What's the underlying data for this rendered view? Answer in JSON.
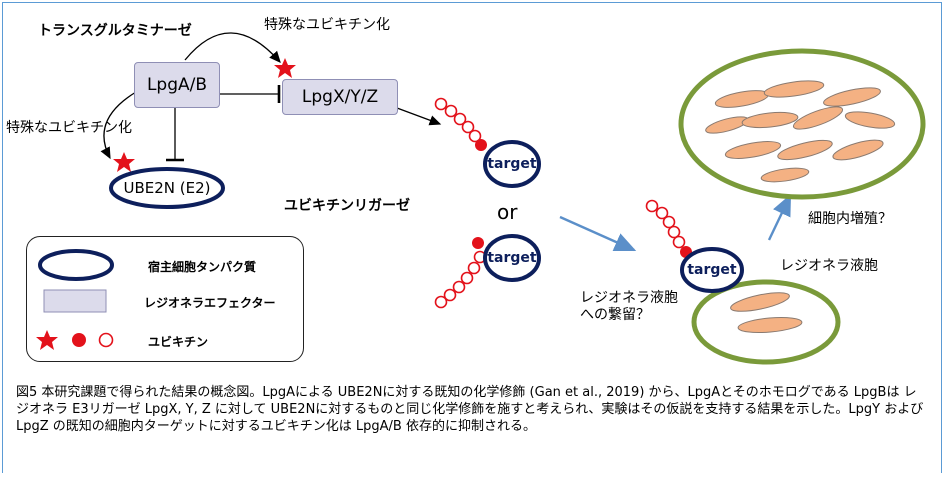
{
  "labels": {
    "transglutaminase": "トランスグルタミナーゼ",
    "special_ub_top": "特殊なユビキチン化",
    "special_ub_left": "特殊なユビキチン化",
    "ub_ligase": "ユビキチンリガーゼ",
    "or": "or",
    "proliferation": "細胞内増殖？",
    "vacuole": "レジオネラ液胞",
    "tethering": "レジオネラ液胞\nへの繋留？"
  },
  "boxes": {
    "lpgab": "LpgA/B",
    "lpgxyz": "LpgX/Y/Z",
    "ube2n": "UBE2N (E2)"
  },
  "targets": [
    "target",
    "target",
    "target"
  ],
  "legend": {
    "host_protein": "宿主細胞タンパク質",
    "effector": "レジオネラエフェクター",
    "ubiquitin": "ユビキチン"
  },
  "caption": "図5 本研究課題で得られた結果の概念図。LpgAによる UBE2Nに対する既知の化学修飾 (Gan et al., 2019) から、LpgAとそのホモログである LpgBは レジオネラ E3リガーゼ LpgX, Y, Z に対して UBE2Nに対するものと同じ化学修飾を施すと考えられ、実験はその仮説を支持する結果を示した。LpgY および LpgZ の既知の細胞内ターゲットに対するユビキチン化は LpgA/B 依存的に抑制される。",
  "colors": {
    "effector_fill": "#dcdbeb",
    "host_outline": "#0d1f5c",
    "ubiquitin_red": "#e3121b",
    "vacuole_outline": "#7a9a3a",
    "bacteria_fill": "#f4b183",
    "arrow_blue": "#5b8fc9"
  }
}
